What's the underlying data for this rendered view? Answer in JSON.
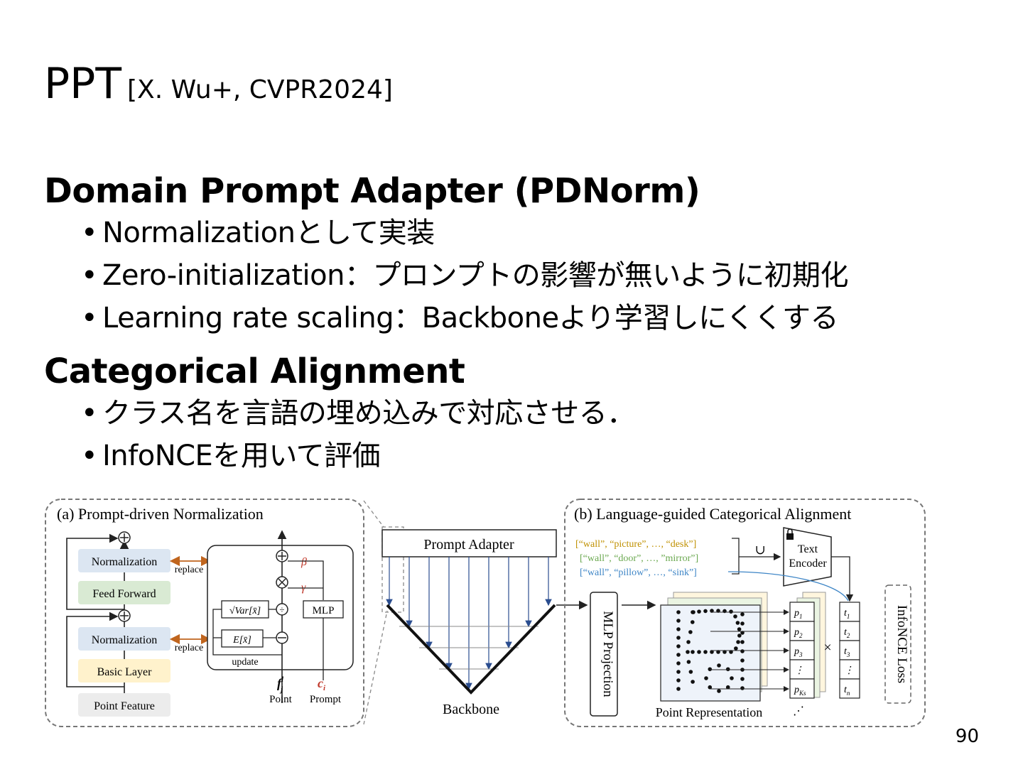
{
  "slide": {
    "title": "PPT",
    "citation": "[X. Wu+, CVPR2024]",
    "page_number": "90"
  },
  "sections": [
    {
      "heading": "Domain Prompt Adapter (PDNorm)",
      "bullets": [
        "Normalizationとして実装",
        "Zero-initialization：プロンプトの影響が無いように初期化",
        "Learning rate scaling：Backboneより学習しにくくする"
      ]
    },
    {
      "heading": "Categorical Alignment",
      "bullets": [
        "クラス名を言語の埋め込みで対応させる．",
        "InfoNCEを用いて評価"
      ]
    }
  ],
  "figure": {
    "panel_a": {
      "title": "(a) Prompt-driven Normalization",
      "normalization_top": "Normalization",
      "feed_forward": "Feed Forward",
      "normalization_bottom": "Normalization",
      "basic_layer": "Basic Layer",
      "point_feature": "Point Feature",
      "replace": "replace",
      "beta": "β",
      "gamma": "γ",
      "var": "√Var[x̄]",
      "mean": "E[x̄]",
      "mlp": "MLP",
      "update": "update",
      "fj": "f",
      "fj_sup": "l",
      "fj_sub": "j",
      "ci": "c",
      "ci_sub": "i",
      "point": "Point",
      "prompt": "Prompt",
      "colors": {
        "norm": "#dce6f2",
        "ffn": "#d9ead3",
        "basic": "#fff2cc",
        "feat": "#ececec",
        "accent": "#c0392b",
        "arrow": "#c0651e"
      }
    },
    "middle": {
      "prompt_adapter": "Prompt Adapter",
      "backbone": "Backbone"
    },
    "panel_b": {
      "title": "(b) Language-guided Categorical Alignment",
      "list1": "[“wall”, “picture”, …, “desk”]",
      "list2": "[“wall”, “door”, …, ”mirror”]",
      "list3": "[“wall”, “pillow”, …, “sink”]",
      "union": "∪",
      "text_encoder_1": "Text",
      "text_encoder_2": "Encoder",
      "mlp_projection": "MLP Projection",
      "point_representation": "Point Representation",
      "p_labels": [
        "p",
        "p",
        "p",
        "⋮",
        "p"
      ],
      "p_subs": [
        "1",
        "2",
        "3",
        "",
        "Ks"
      ],
      "t_labels": [
        "t",
        "t",
        "t",
        "⋮",
        "t"
      ],
      "t_subs": [
        "1",
        "2",
        "3",
        "",
        "n"
      ],
      "times": "×",
      "infonce": "InfoNCE Loss",
      "colors": {
        "list1": "#bf9000",
        "list2": "#6aa84f",
        "list3": "#3d85c6"
      }
    }
  }
}
